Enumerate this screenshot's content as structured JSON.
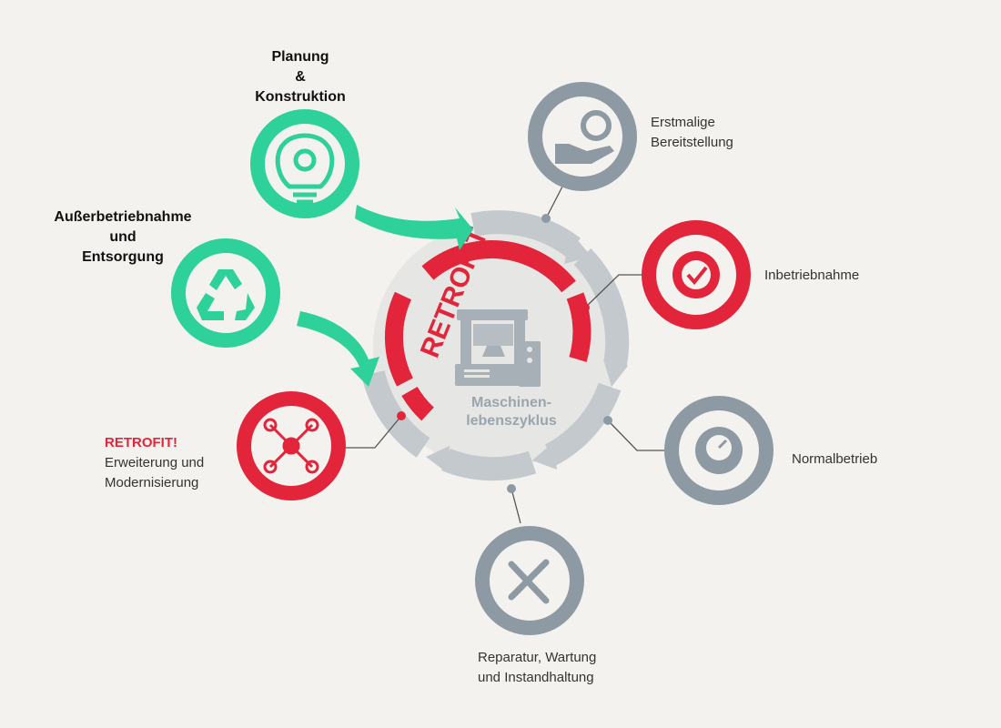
{
  "colors": {
    "background": "#f3f2ef",
    "green": "#2fd19a",
    "red": "#e2253a",
    "gray": "#8e9aa3",
    "light_gray": "#c4c9cd",
    "ring_fill": "#e4e4e2",
    "text": "#333333"
  },
  "center": {
    "retrofit_arc_text": "RETROFIT",
    "label_line1": "Maschinen-",
    "label_line2": "lebenszyklus",
    "icon": "machine-press-icon"
  },
  "nodes": {
    "planung": {
      "line1": "Planung",
      "line2": "&",
      "line3": "Konstruktion",
      "icon": "lightbulb-gear-icon"
    },
    "ausserbetrieb": {
      "line1": "Außerbetriebnahme",
      "line2": "und",
      "line3": "Entsorgung",
      "icon": "recycle-icon"
    },
    "retrofit": {
      "line1": "RETROFIT!",
      "line2": "Erweiterung und",
      "line3": "Modernisierung",
      "icon": "network-gear-icon"
    },
    "erstmalige": {
      "line1": "Erstmalige",
      "line2": "Bereitstellung",
      "icon": "hand-gear-icon"
    },
    "inbetrieb": {
      "line1": "Inbetriebnahme",
      "icon": "gear-check-icon"
    },
    "normalbetrieb": {
      "line1": "Normalbetrieb",
      "icon": "gear-gauge-icon"
    },
    "reparatur": {
      "line1": "Reparatur, Wartung",
      "line2": "und Instandhaltung",
      "icon": "wrench-screwdriver-icon"
    }
  }
}
